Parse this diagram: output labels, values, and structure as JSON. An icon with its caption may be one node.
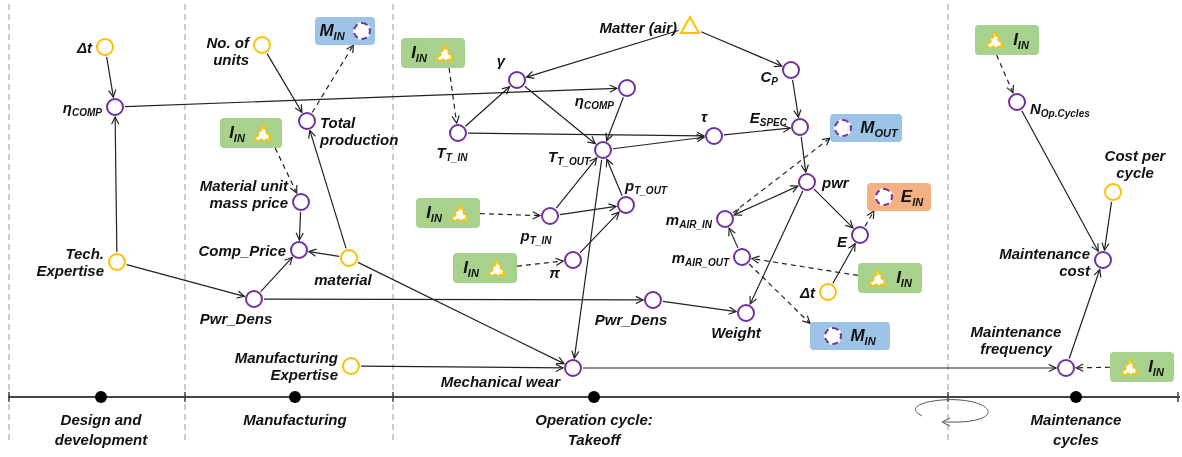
{
  "diagram": {
    "nodes": [
      {
        "text": [
          "Δt"
        ]
      },
      {
        "text": [
          "η$_{COMP}$"
        ]
      },
      {
        "text": [
          "Tech. Expertise"
        ]
      },
      {
        "text": [
          "No. of units"
        ]
      },
      {
        "text": [
          "M$_{IN}$"
        ]
      },
      {
        "text": [
          "Total production"
        ]
      },
      {
        "text": [
          "I$_{IN}$"
        ]
      },
      {
        "text": [
          "Material unit mass price"
        ]
      },
      {
        "text": [
          "Comp_Price"
        ]
      },
      {
        "text": [
          "material"
        ]
      },
      {
        "text": [
          "Pwr_Dens"
        ]
      },
      {
        "text": [
          "Manufacturing Expertise"
        ]
      },
      {
        "text": [
          "I$_{IN}$"
        ]
      },
      {
        "text": [
          "γ"
        ]
      },
      {
        "text": [
          "η$_{COMP}$"
        ]
      },
      {
        "text": [
          "T$_{T_IN}$"
        ]
      },
      {
        "text": [
          "T$_{T_OUT}$"
        ]
      },
      {
        "text": [
          "τ"
        ]
      },
      {
        "text": [
          "Matter (air)"
        ]
      },
      {
        "text": [
          "C$_{P}$"
        ]
      },
      {
        "text": [
          "E$_{SPEC}$"
        ]
      },
      {
        "text": [
          "M$_{OUT}$"
        ]
      },
      {
        "text": [
          "I$_{IN}$"
        ]
      },
      {
        "text": [
          "p$_{T_IN}$"
        ]
      },
      {
        "text": [
          "p$_{T_OUT}$"
        ]
      },
      {
        "text": [
          "I$_{IN}$"
        ]
      },
      {
        "text": [
          "π"
        ]
      },
      {
        "text": [
          "pwr"
        ]
      },
      {
        "text": [
          "m$_{AIR_IN}$"
        ]
      },
      {
        "text": [
          "E$_{IN}$"
        ]
      },
      {
        "text": [
          "E"
        ]
      },
      {
        "text": [
          "m$_{AIR_OUT}$"
        ]
      },
      {
        "text": [
          "Δt"
        ]
      },
      {
        "text": [
          "I$_{IN}$"
        ]
      },
      {
        "text": [
          "Pwr_Dens"
        ]
      },
      {
        "text": [
          "Weight"
        ]
      },
      {
        "text": [
          "M$_{IN}$"
        ]
      },
      {
        "text": [
          "Mechanical wear"
        ]
      },
      {
        "text": [
          "I$_{IN}$"
        ]
      },
      {
        "text": [
          "N$_{Op.Cycles}$"
        ]
      },
      {
        "text": [
          "Cost per cycle"
        ]
      },
      {
        "text": [
          "Maintenance cost"
        ]
      },
      {
        "text": [
          "Maintenance frequency"
        ]
      },
      {
        "text": [
          "I$_{IN}$"
        ]
      }
    ],
    "edges": [
      {
        "from": 0,
        "to": 1,
        "arrow": "to"
      },
      {
        "from": 2,
        "to": 1,
        "arrow": "to"
      },
      {
        "from": 1,
        "to": 14,
        "arrow": "to"
      },
      {
        "from": 2,
        "to": 10,
        "arrow": "to"
      },
      {
        "from": 3,
        "to": 5,
        "arrow": "to"
      },
      {
        "from": 5,
        "to": 4,
        "arrow": "to",
        "style": "dashed"
      },
      {
        "from": 9,
        "to": 5,
        "arrow": "to"
      },
      {
        "from": 6,
        "to": 7,
        "arrow": "to",
        "style": "dashed"
      },
      {
        "from": 7,
        "to": 8,
        "arrow": "to"
      },
      {
        "from": 9,
        "to": 8,
        "arrow": "to"
      },
      {
        "from": 10,
        "to": 8,
        "arrow": "to"
      },
      {
        "from": 10,
        "to": 34,
        "arrow": "to"
      },
      {
        "from": 9,
        "to": 37,
        "arrow": "to"
      },
      {
        "from": 11,
        "to": 37,
        "arrow": "to"
      },
      {
        "from": 37,
        "to": 42,
        "arrow": "to"
      },
      {
        "from": 12,
        "to": 15,
        "arrow": "to",
        "style": "dashed"
      },
      {
        "from": 15,
        "to": 13,
        "arrow": "to"
      },
      {
        "from": 15,
        "to": 17,
        "arrow": "to"
      },
      {
        "from": 18,
        "to": 13,
        "arrow": "to"
      },
      {
        "from": 18,
        "to": 19,
        "arrow": "to"
      },
      {
        "from": 13,
        "to": 16,
        "arrow": "to"
      },
      {
        "from": 14,
        "to": 16,
        "arrow": "to"
      },
      {
        "from": 16,
        "to": 17,
        "arrow": "to"
      },
      {
        "from": 16,
        "to": 37,
        "arrow": "to"
      },
      {
        "from": 17,
        "to": 20,
        "arrow": "to"
      },
      {
        "from": 19,
        "to": 20,
        "arrow": "to"
      },
      {
        "from": 20,
        "to": 27,
        "arrow": "to"
      },
      {
        "from": 22,
        "to": 23,
        "arrow": "to",
        "style": "dashed"
      },
      {
        "from": 23,
        "to": 16,
        "arrow": "to"
      },
      {
        "from": 23,
        "to": 24,
        "arrow": "to"
      },
      {
        "from": 24,
        "to": 16,
        "arrow": "to"
      },
      {
        "from": 25,
        "to": 26,
        "arrow": "to",
        "style": "dashed"
      },
      {
        "from": 26,
        "to": 24,
        "arrow": "to"
      },
      {
        "from": 28,
        "to": 21,
        "arrow": "to",
        "style": "dashed"
      },
      {
        "from": 28,
        "to": 27,
        "arrow": "both"
      },
      {
        "from": 31,
        "to": 28,
        "arrow": "to"
      },
      {
        "from": 33,
        "to": 31,
        "arrow": "to",
        "style": "dashed"
      },
      {
        "from": 31,
        "to": 36,
        "arrow": "to",
        "style": "dashed"
      },
      {
        "from": 27,
        "to": 30,
        "arrow": "to"
      },
      {
        "from": 27,
        "to": 35,
        "arrow": "to"
      },
      {
        "from": 32,
        "to": 30,
        "arrow": "to"
      },
      {
        "from": 30,
        "to": 29,
        "arrow": "to",
        "style": "dashed"
      },
      {
        "from": 34,
        "to": 35,
        "arrow": "to"
      },
      {
        "from": 38,
        "to": 39,
        "arrow": "to",
        "style": "dashed"
      },
      {
        "from": 39,
        "to": 41,
        "arrow": "to"
      },
      {
        "from": 40,
        "to": 41,
        "arrow": "to"
      },
      {
        "from": 42,
        "to": 41,
        "arrow": "to"
      },
      {
        "from": 43,
        "to": 42,
        "arrow": "to",
        "style": "dashed"
      }
    ],
    "labels": [
      "Design and development",
      "Manufacturing",
      "Operation cycle: Takeoff",
      "Maintenance cycles"
    ]
  }
}
